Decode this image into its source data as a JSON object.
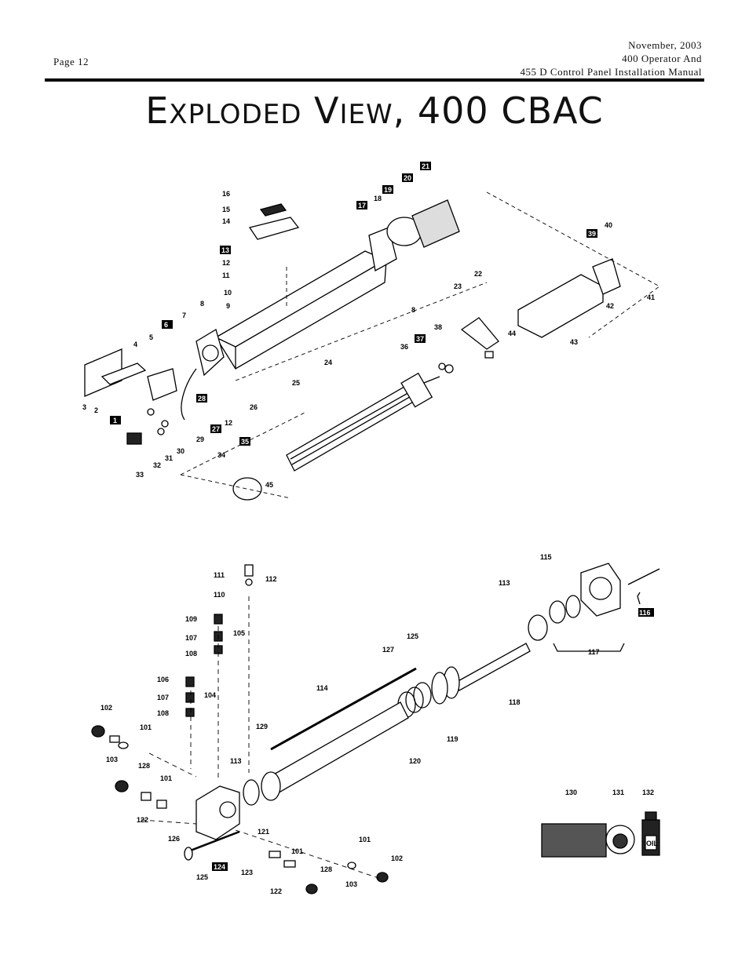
{
  "header": {
    "page": "Page 12",
    "date": "November, 2003",
    "line2": "400 Operator And",
    "line3": "455 D Control Panel Installation Manual"
  },
  "title": {
    "E": "E",
    "xploded": "XPLODED",
    "V": "V",
    "iew": "IEW",
    "rest": ", 400 CBAC"
  },
  "top_labels": {
    "l16": "16",
    "l15": "15",
    "l14": "14",
    "l13": "13",
    "l12a": "12",
    "l11": "11",
    "l10": "10",
    "l9": "9",
    "l17": "17",
    "l18": "18",
    "l19": "19",
    "l20": "20",
    "l21": "21",
    "l22": "22",
    "l23": "23",
    "l8a": "8",
    "l39": "39",
    "l40": "40",
    "l41": "41",
    "l42": "42",
    "l43": "43",
    "l44": "44",
    "l6": "6",
    "l5": "5",
    "l4": "4",
    "l7": "7",
    "l8b": "8",
    "l24": "24",
    "l25": "25",
    "l26": "26",
    "l28": "28",
    "l27": "27",
    "l12b": "12",
    "l29": "29",
    "l30": "30",
    "l31": "31",
    "l32": "32",
    "l33": "33",
    "l1": "1",
    "l2": "2",
    "l3": "3",
    "l34": "34",
    "l35": "35",
    "l45": "45",
    "l36": "36",
    "l37": "37",
    "l38": "38"
  },
  "bottom_labels": {
    "l111": "111",
    "l110": "110",
    "l112": "112",
    "l109": "109",
    "l107a": "107",
    "l108a": "108",
    "l105": "105",
    "l106": "106",
    "l107b": "107",
    "l108b": "108",
    "l104": "104",
    "l115": "115",
    "l113a": "113",
    "l116": "116",
    "l117": "117",
    "l125a": "125",
    "l127": "127",
    "l118": "118",
    "l114": "114",
    "l119": "119",
    "l120": "120",
    "l129": "129",
    "l113b": "113",
    "l102a": "102",
    "l101a": "101",
    "l103a": "103",
    "l128a": "128",
    "l101b": "101",
    "l122a": "122",
    "l126": "126",
    "l121": "121",
    "l101c": "101",
    "l123": "123",
    "l124": "124",
    "l125b": "125",
    "l122b": "122",
    "l128b": "128",
    "l101d": "101",
    "l103b": "103",
    "l102b": "102",
    "l130": "130",
    "l131": "131",
    "l132": "132",
    "oil": "OIL"
  }
}
